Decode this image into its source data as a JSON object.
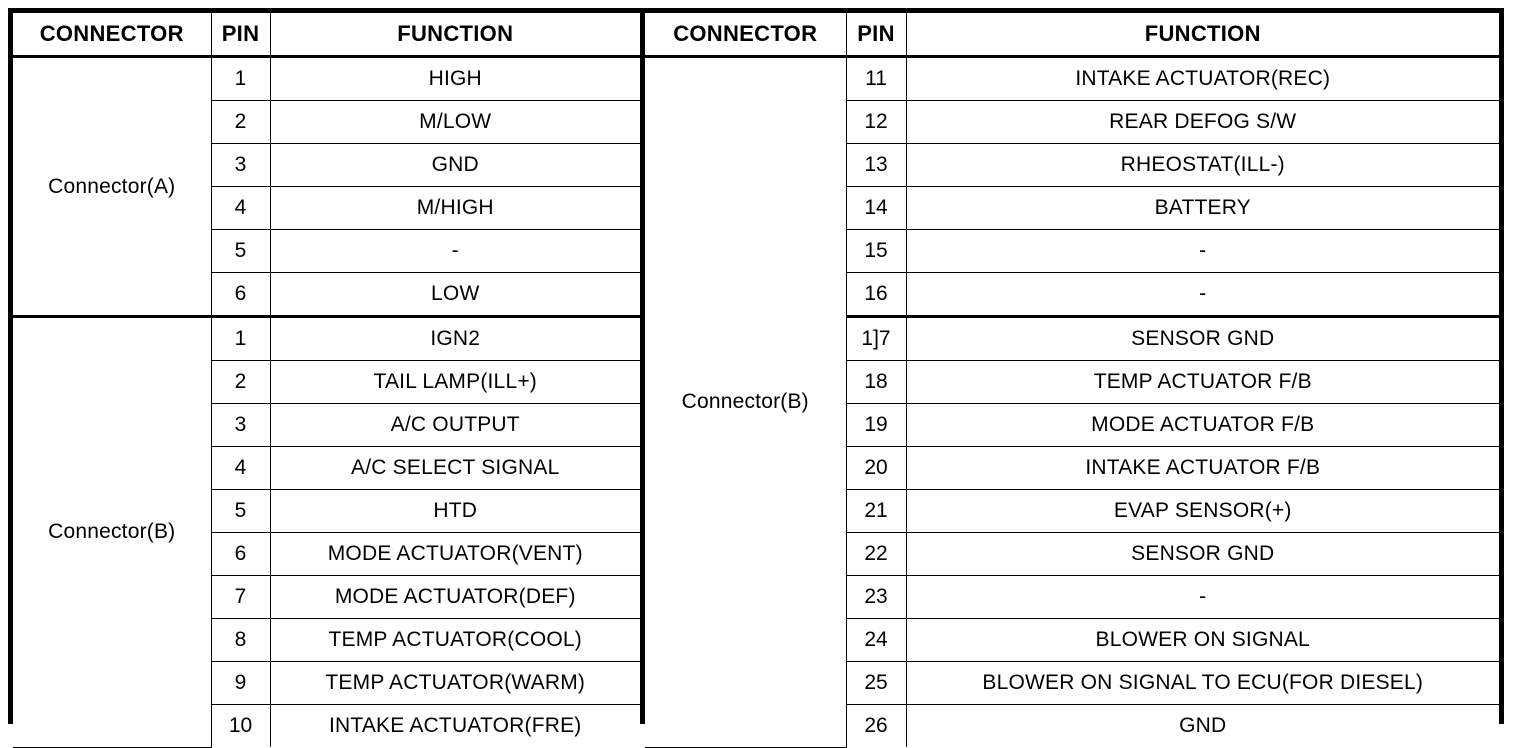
{
  "table": {
    "headers": {
      "connector": "CONNECTOR",
      "pin": "PIN",
      "function": "FUNCTION"
    },
    "left": {
      "groups": [
        {
          "connector": "Connector(A)",
          "rows": [
            {
              "pin": "1",
              "function": "HIGH"
            },
            {
              "pin": "2",
              "function": "M/LOW"
            },
            {
              "pin": "3",
              "function": "GND"
            },
            {
              "pin": "4",
              "function": "M/HIGH"
            },
            {
              "pin": "5",
              "function": "-"
            },
            {
              "pin": "6",
              "function": "LOW"
            }
          ]
        },
        {
          "connector": "Connector(B)",
          "rows": [
            {
              "pin": "1",
              "function": "IGN2"
            },
            {
              "pin": "2",
              "function": "TAIL LAMP(ILL+)"
            },
            {
              "pin": "3",
              "function": "A/C OUTPUT"
            },
            {
              "pin": "4",
              "function": "A/C SELECT SIGNAL"
            },
            {
              "pin": "5",
              "function": "HTD"
            },
            {
              "pin": "6",
              "function": "MODE ACTUATOR(VENT)"
            },
            {
              "pin": "7",
              "function": "MODE ACTUATOR(DEF)"
            },
            {
              "pin": "8",
              "function": "TEMP ACTUATOR(COOL)"
            },
            {
              "pin": "9",
              "function": "TEMP ACTUATOR(WARM)"
            },
            {
              "pin": "10",
              "function": "INTAKE ACTUATOR(FRE)"
            }
          ]
        }
      ]
    },
    "right": {
      "groups": [
        {
          "connector": "Connector(B)",
          "rows": [
            {
              "pin": "11",
              "function": "INTAKE ACTUATOR(REC)"
            },
            {
              "pin": "12",
              "function": "REAR DEFOG S/W"
            },
            {
              "pin": "13",
              "function": "RHEOSTAT(ILL-)"
            },
            {
              "pin": "14",
              "function": "BATTERY"
            },
            {
              "pin": "15",
              "function": "-"
            },
            {
              "pin": "16",
              "function": "-"
            },
            {
              "pin": "1]7",
              "function": "SENSOR GND"
            },
            {
              "pin": "18",
              "function": "TEMP ACTUATOR F/B"
            },
            {
              "pin": "19",
              "function": "MODE ACTUATOR F/B"
            },
            {
              "pin": "20",
              "function": "INTAKE ACTUATOR F/B"
            },
            {
              "pin": "21",
              "function": "EVAP SENSOR(+)"
            },
            {
              "pin": "22",
              "function": "SENSOR GND"
            },
            {
              "pin": "23",
              "function": "-"
            },
            {
              "pin": "24",
              "function": "BLOWER ON SIGNAL"
            },
            {
              "pin": "25",
              "function": "BLOWER ON SIGNAL TO ECU(FOR DIESEL)"
            },
            {
              "pin": "26",
              "function": "GND"
            }
          ]
        }
      ]
    }
  },
  "colors": {
    "border": "#000000",
    "text": "#000000",
    "background": "#ffffff"
  }
}
